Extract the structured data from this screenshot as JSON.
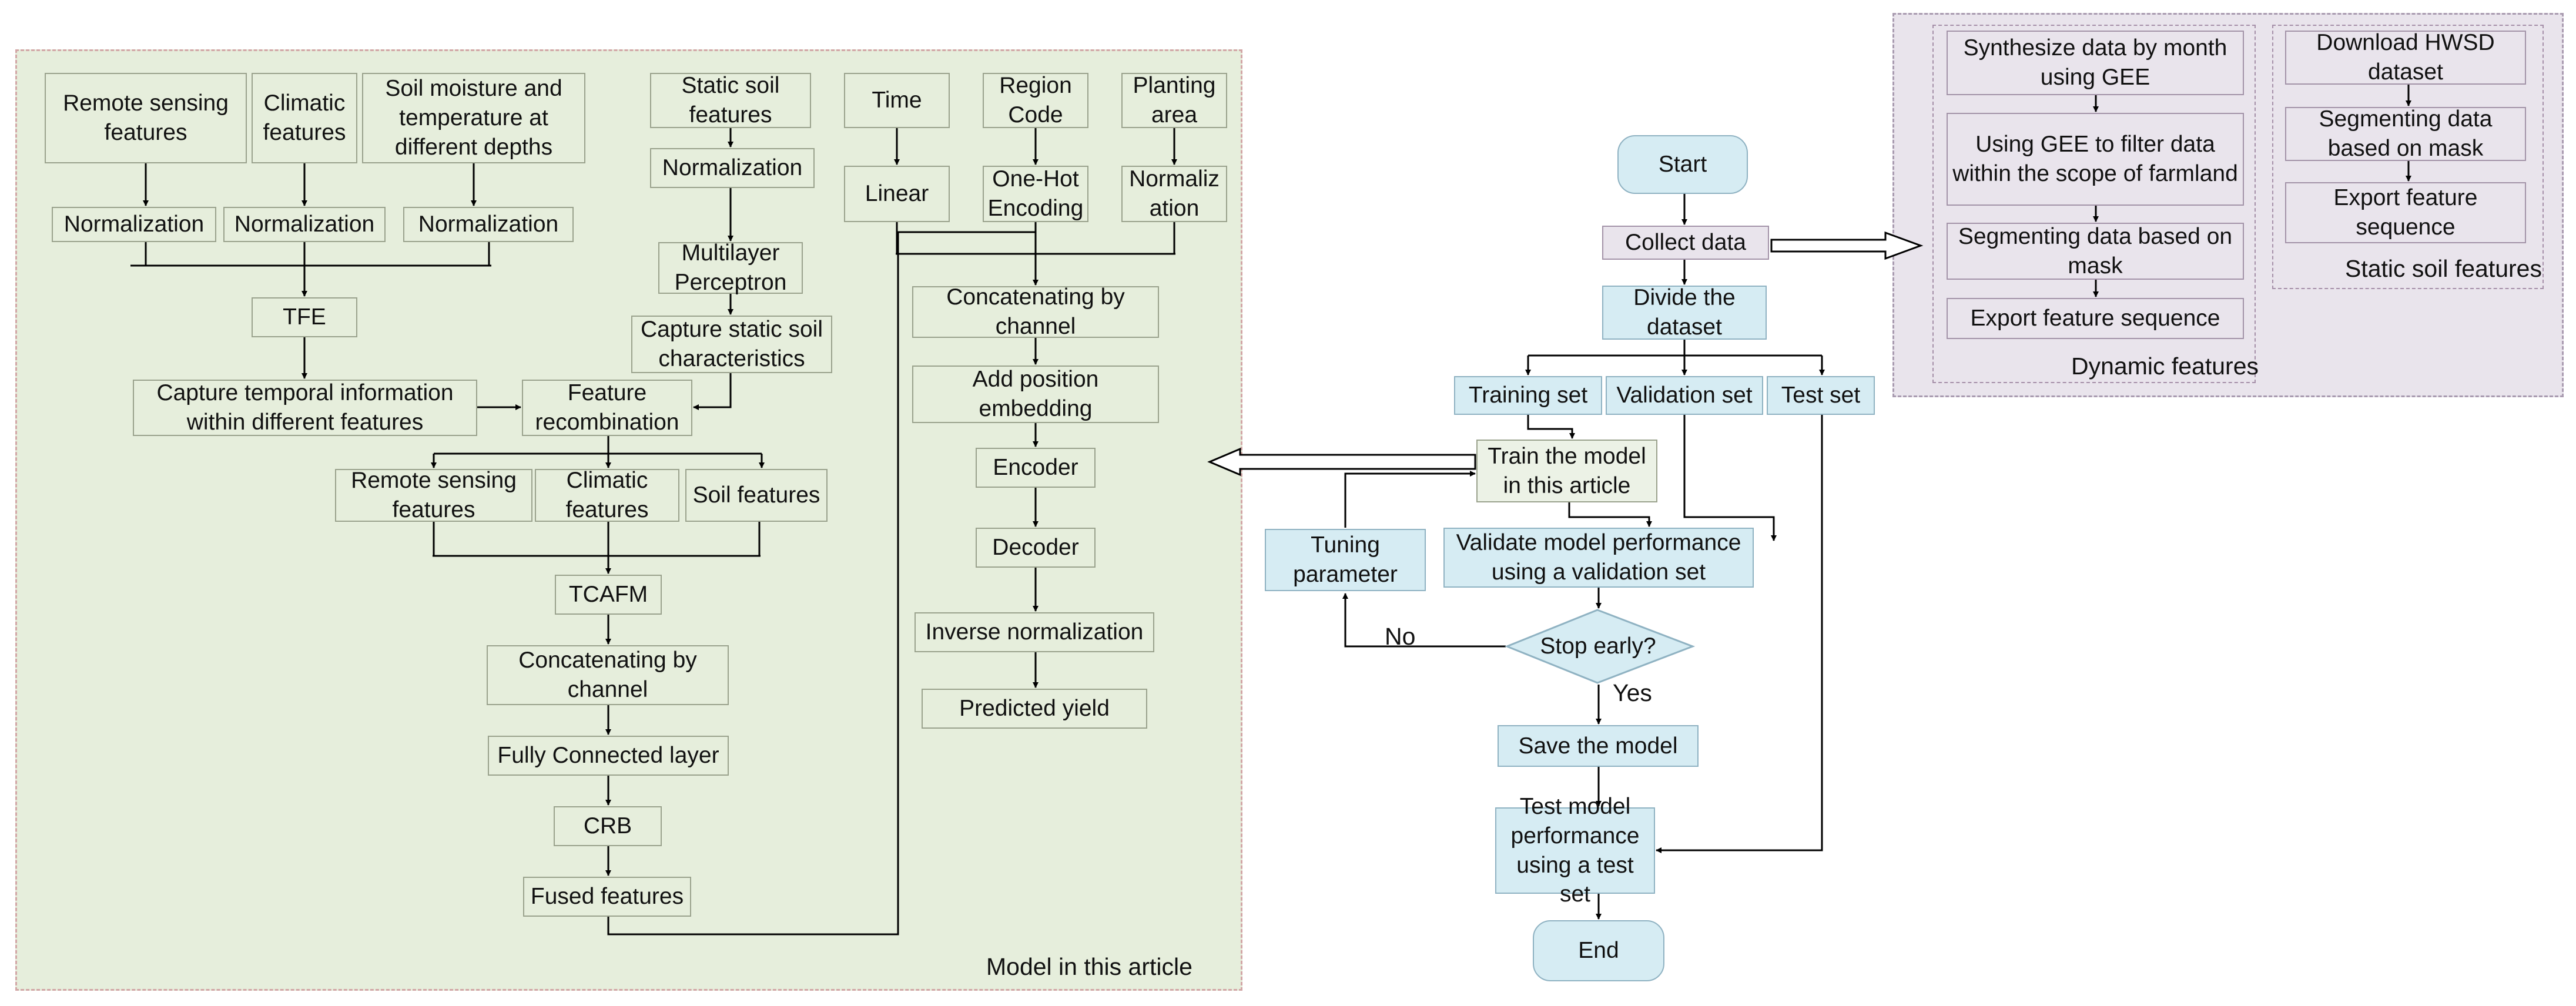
{
  "model_panel": {
    "title": "Model in this article",
    "branch_left": {
      "remote_sensing_features": "Remote sensing features",
      "climatic_features": "Climatic features",
      "soil_moisture_features": "Soil moisture and temperature at different depths",
      "normalization_rs": "Normalization",
      "normalization_clim": "Normalization",
      "normalization_soil": "Normalization",
      "tfe": "TFE",
      "capture_temporal": "Capture temporal information within different features",
      "feature_recombination": "Feature recombination",
      "remote_sensing_features_2": "Remote sensing features",
      "climatic_features_2": "Climatic features",
      "soil_features": "Soil features",
      "tcafm": "TCAFM",
      "concatenating_by_channel": "Concatenating by channel",
      "fully_connected": "Fully Connected layer",
      "crb": "CRB",
      "fused_features": "Fused features"
    },
    "branch_static": {
      "static_soil_features": "Static soil features",
      "normalization": "Normalization",
      "mlp": "Multilayer Perceptron",
      "capture_static": "Capture static soil characteristics"
    },
    "branch_right": {
      "time": "Time",
      "region_code": "Region Code",
      "planting_area": "Planting area",
      "linear": "Linear",
      "one_hot": "One-Hot Encoding",
      "normalization": "Normaliz ation",
      "concatenating_by_channel": "Concatenating by channel",
      "add_position_embedding": "Add position embedding",
      "encoder": "Encoder",
      "decoder": "Decoder",
      "inverse_normalization": "Inverse normalization",
      "predicted_yield": "Predicted yield"
    }
  },
  "flowchart": {
    "start": "Start",
    "collect_data": "Collect data",
    "divide_dataset": "Divide the dataset",
    "training_set": "Training set",
    "validation_set": "Validation set",
    "test_set": "Test set",
    "train_model": "Train the model in this article",
    "tuning_parameter": "Tuning parameter",
    "validate_model": "Validate model performance using a validation set",
    "stop_early": "Stop early?",
    "no_label": "No",
    "yes_label": "Yes",
    "save_model": "Save the model",
    "test_model": "Test model performance using a test set",
    "end": "End"
  },
  "data_panel": {
    "dynamic": {
      "synthesize": "Synthesize data by month using GEE",
      "filter": "Using GEE to filter data within the scope of farmland",
      "segment": "Segmenting data based on mask",
      "export": "Export feature sequence",
      "caption": "Dynamic features"
    },
    "static": {
      "download": "Download HWSD dataset",
      "segment": "Segmenting data based on mask",
      "export": "Export feature sequence",
      "caption": "Static soil features"
    }
  },
  "colors": {
    "model_panel_bg": "#e6eedc",
    "data_panel_bg": "#e9e4ec",
    "flow_box_bg": "#d6ecf3"
  }
}
